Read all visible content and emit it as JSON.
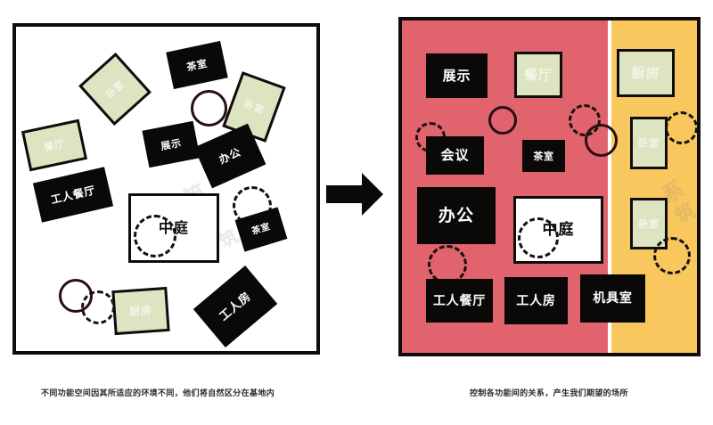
{
  "figure": {
    "title": "Architectural program zoning diagram",
    "colors": {
      "ink": "#100c0c",
      "dark_box": "#0b0808",
      "green_box": "#dde4c2",
      "zone_red": "#e0636e",
      "zone_orange": "#f8c75e",
      "white": "#ffffff",
      "caption_text": "#2c2c2c"
    }
  },
  "left_panel": {
    "caption": "不同功能空间因其所适应的环境不同，他们将自然区分在基地内",
    "boxes": [
      {
        "label": "茶室",
        "style": "dark"
      },
      {
        "label": "卧室",
        "style": "green"
      },
      {
        "label": "卧室",
        "style": "green"
      },
      {
        "label": "餐厅",
        "style": "green"
      },
      {
        "label": "展示",
        "style": "dark"
      },
      {
        "label": "办公",
        "style": "dark"
      },
      {
        "label": "工人餐厅",
        "style": "dark"
      },
      {
        "label": "中庭",
        "style": "white"
      },
      {
        "label": "茶室",
        "style": "dark"
      },
      {
        "label": "厨房",
        "style": "green"
      },
      {
        "label": "工人房",
        "style": "dark"
      }
    ]
  },
  "arrow": {
    "name": "transform-arrow"
  },
  "right_panel": {
    "caption": "控制各功能间的关系，产生我们期望的场所",
    "zones": [
      {
        "name": "red-zone",
        "color": "#e0636e"
      },
      {
        "name": "orange-zone",
        "color": "#f8c75e"
      }
    ],
    "boxes": [
      {
        "label": "展示",
        "style": "dark",
        "zone": "red"
      },
      {
        "label": "餐厅",
        "style": "green",
        "zone": "red"
      },
      {
        "label": "厨房",
        "style": "green",
        "zone": "orange"
      },
      {
        "label": "会议",
        "style": "dark",
        "zone": "red"
      },
      {
        "label": "茶室",
        "style": "dark",
        "zone": "red"
      },
      {
        "label": "卧室",
        "style": "green",
        "zone": "orange"
      },
      {
        "label": "办公",
        "style": "dark",
        "zone": "red"
      },
      {
        "label": "中庭",
        "style": "white",
        "zone": "red"
      },
      {
        "label": "卧室",
        "style": "green",
        "zone": "orange"
      },
      {
        "label": "工人餐厅",
        "style": "dark",
        "zone": "red"
      },
      {
        "label": "工人房",
        "style": "dark",
        "zone": "red"
      },
      {
        "label": "机具室",
        "style": "dark",
        "zone": "orange"
      }
    ]
  },
  "watermarks": [
    "筑",
    "关",
    "筑",
    "系"
  ]
}
